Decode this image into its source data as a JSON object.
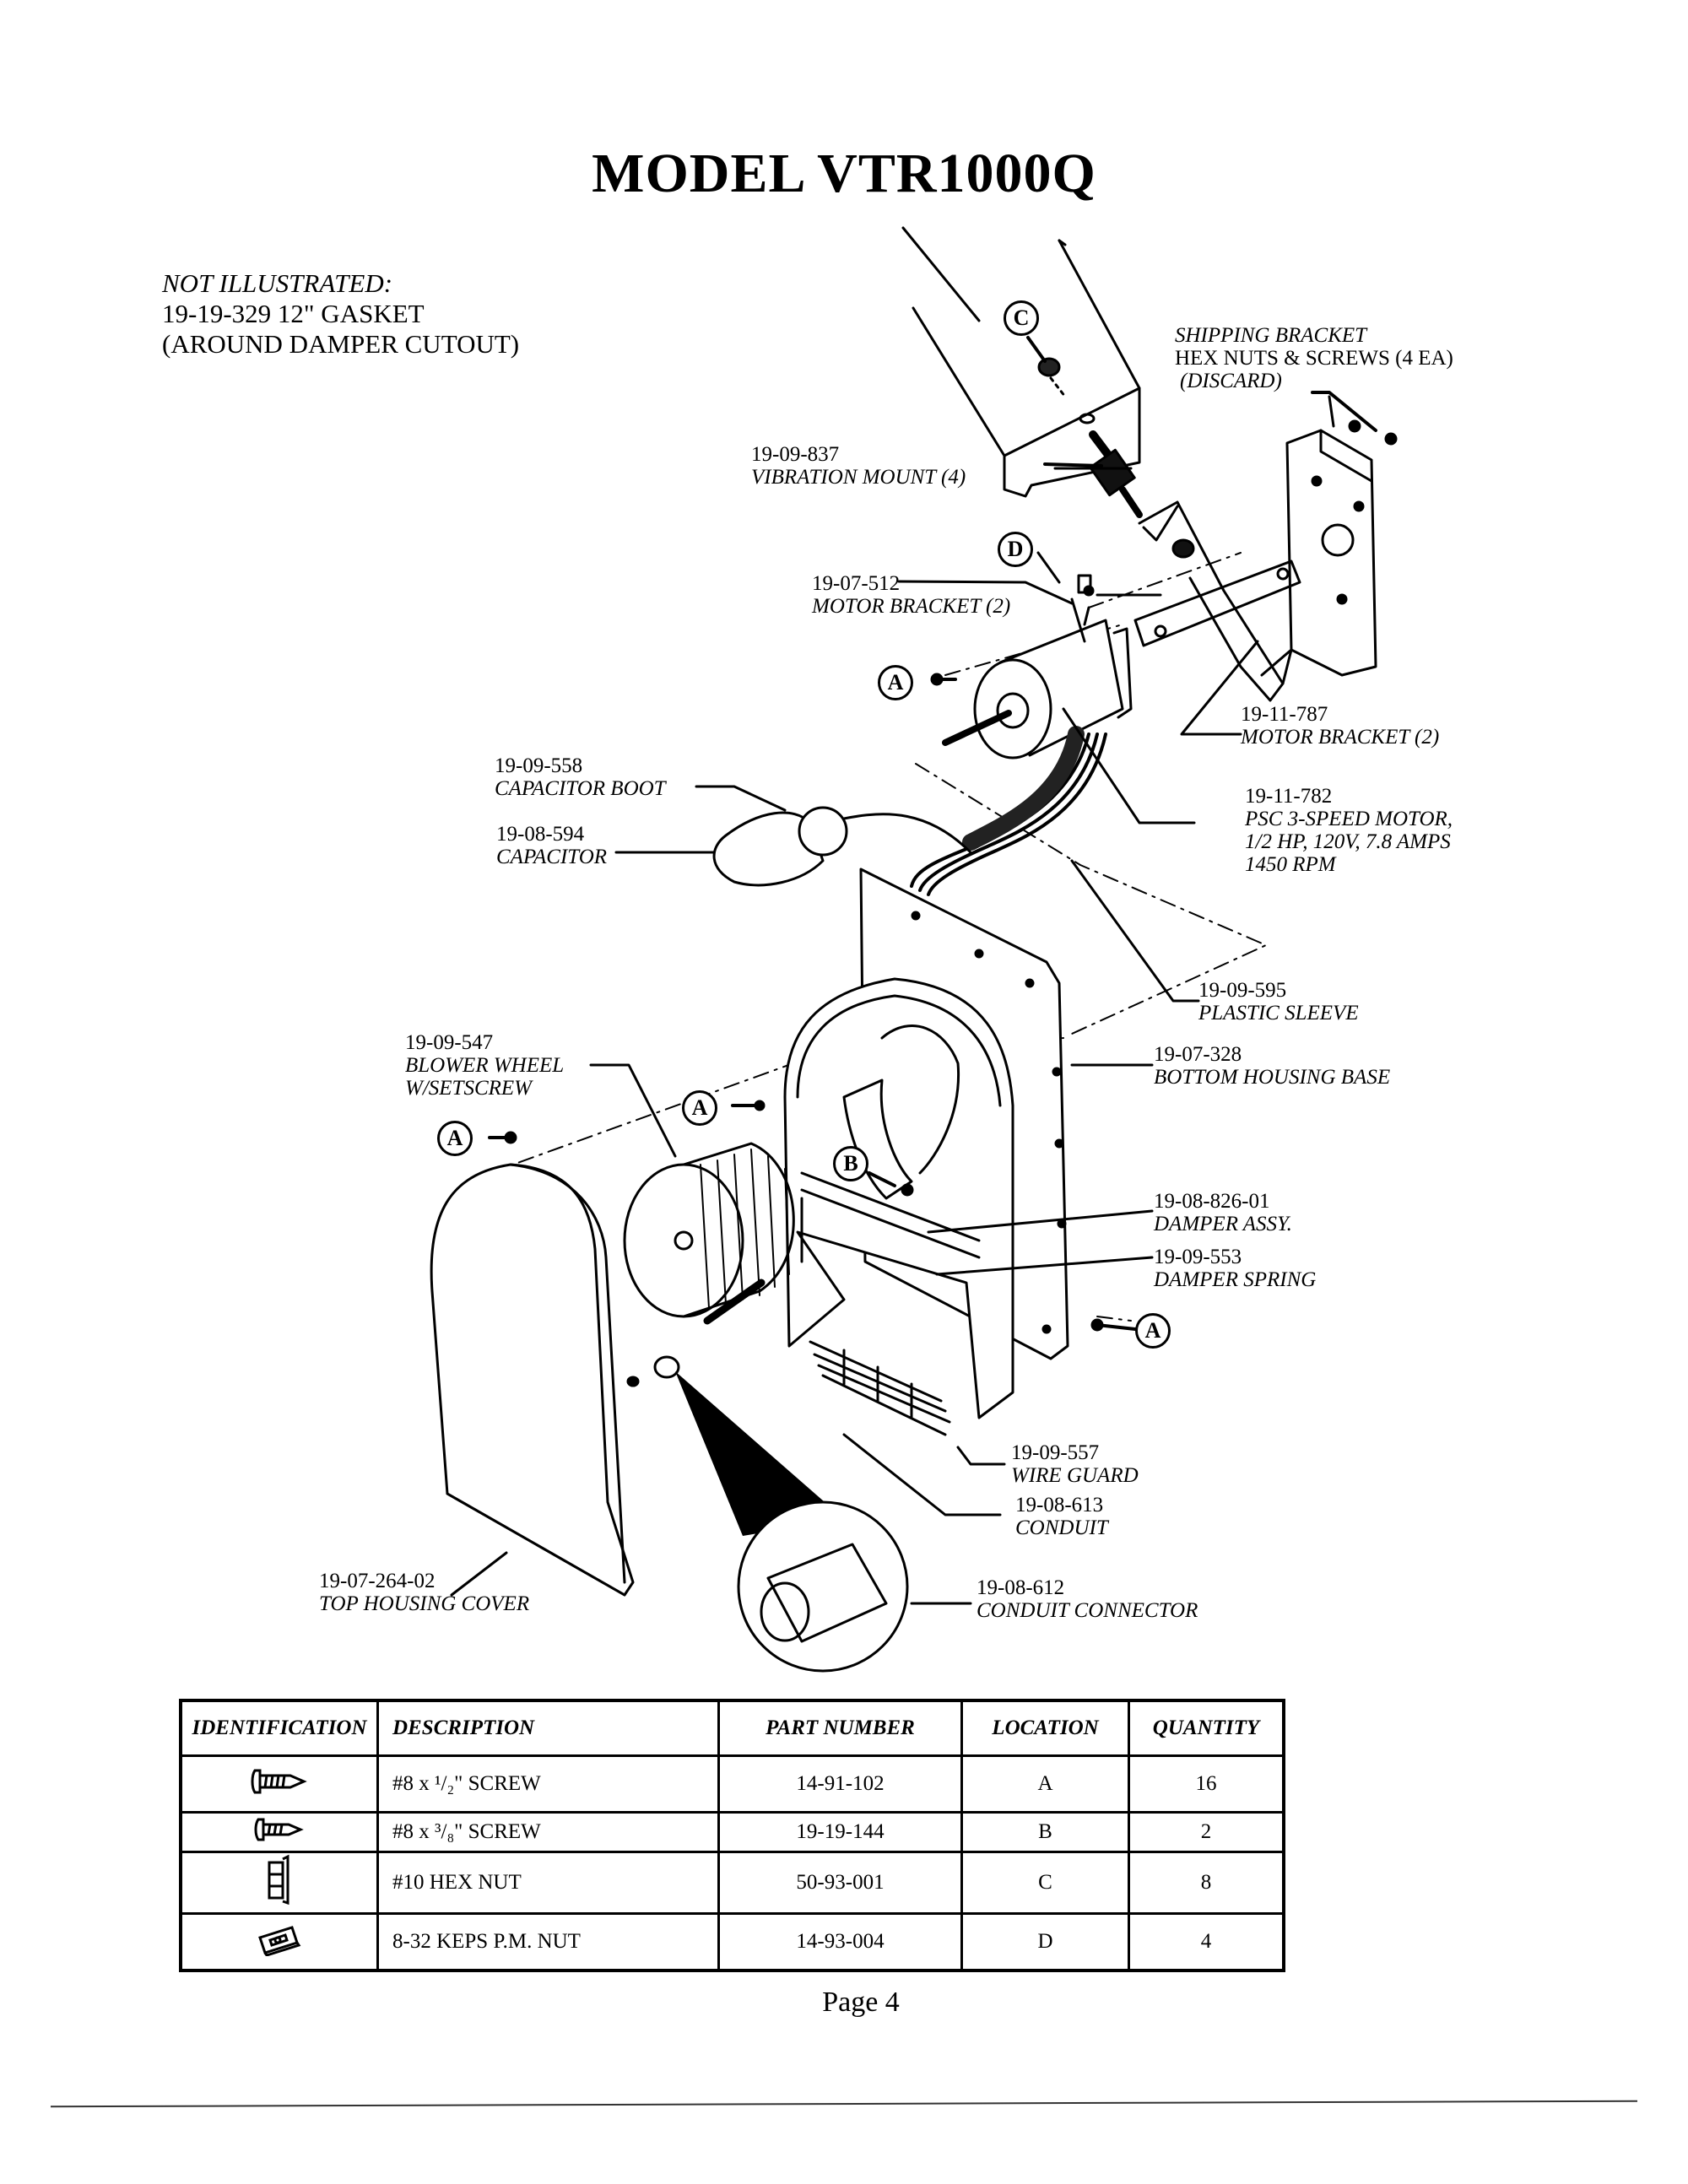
{
  "title": "MODEL VTR1000Q",
  "not_illustrated": {
    "heading": "NOT ILLUSTRATED:",
    "line1": "19-19-329 12\" GASKET",
    "line2": "(AROUND DAMPER CUTOUT)"
  },
  "callouts": {
    "a": "A",
    "b": "B",
    "c": "C",
    "d": "D"
  },
  "parts_labels": [
    {
      "part_number": "",
      "description": "SHIPPING BRACKET",
      "line2": "HEX NUTS & SCREWS (4 EA)",
      "line3": "(DISCARD)"
    },
    {
      "part_number": "19-09-837",
      "description": "VIBRATION MOUNT (4)"
    },
    {
      "part_number": "19-07-512",
      "description": "MOTOR BRACKET (2)"
    },
    {
      "part_number": "19-11-787",
      "description": "MOTOR BRACKET (2)"
    },
    {
      "part_number": "19-09-558",
      "description": "CAPACITOR BOOT"
    },
    {
      "part_number": "19-08-594",
      "description": "CAPACITOR"
    },
    {
      "part_number": "19-11-782",
      "description": "PSC 3-SPEED MOTOR,",
      "line2": "1/2 HP, 120V, 7.8 AMPS",
      "line3": "1450 RPM"
    },
    {
      "part_number": "19-09-595",
      "description": "PLASTIC SLEEVE"
    },
    {
      "part_number": "19-09-547",
      "description": "BLOWER WHEEL",
      "line2": "W/SETSCREW"
    },
    {
      "part_number": "19-07-328",
      "description": "BOTTOM HOUSING BASE"
    },
    {
      "part_number": "19-08-826-01",
      "description": "DAMPER ASSY."
    },
    {
      "part_number": "19-09-553",
      "description": "DAMPER SPRING"
    },
    {
      "part_number": "19-09-557",
      "description": "WIRE GUARD"
    },
    {
      "part_number": "19-08-613",
      "description": "CONDUIT"
    },
    {
      "part_number": "19-08-612",
      "description": "CONDUIT CONNECTOR"
    },
    {
      "part_number": "19-07-264-02",
      "description": "TOP HOUSING COVER"
    }
  ],
  "table": {
    "headers": [
      "IDENTIFICATION",
      "DESCRIPTION",
      "PART NUMBER",
      "LOCATION",
      "QUANTITY"
    ],
    "rows": [
      {
        "icon": "screw-icon",
        "description": "#8 x ¹/₂\" SCREW",
        "part_number": "14-91-102",
        "location": "A",
        "quantity": "16"
      },
      {
        "icon": "screw-icon",
        "description": "#8 x ³/₈\" SCREW",
        "part_number": "19-19-144",
        "location": "B",
        "quantity": "2"
      },
      {
        "icon": "hex-nut-icon",
        "description": "#10 HEX  NUT",
        "part_number": "50-93-001",
        "location": "C",
        "quantity": "8"
      },
      {
        "icon": "keps-nut-icon",
        "description": "8-32 KEPS P.M. NUT",
        "part_number": "14-93-004",
        "location": "D",
        "quantity": "4"
      }
    ]
  },
  "page_label": "Page 4"
}
